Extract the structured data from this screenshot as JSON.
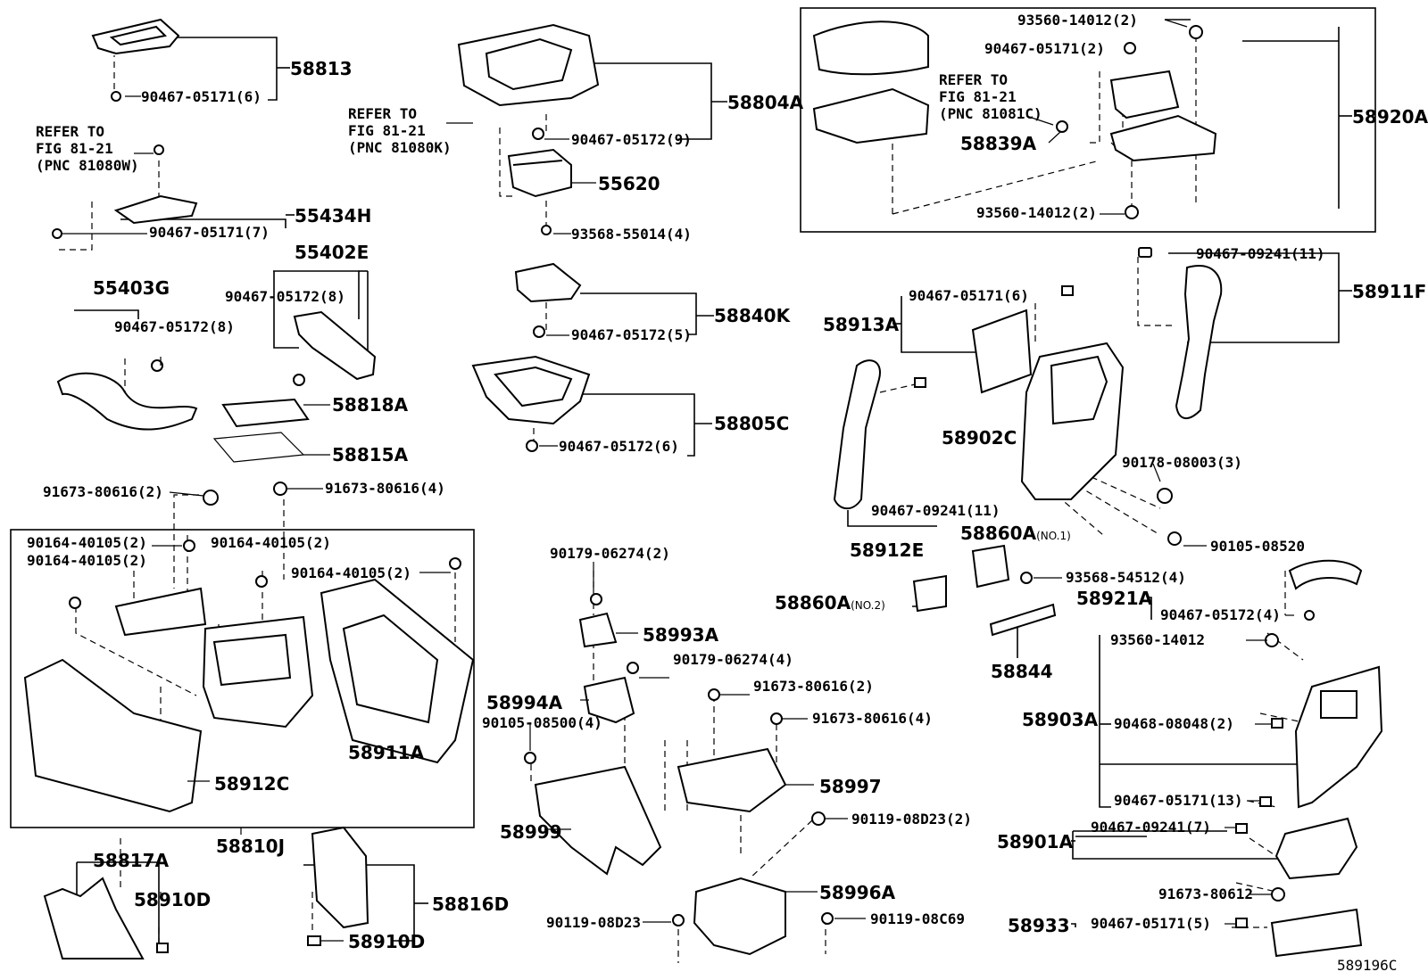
{
  "diagram_id": "589196C",
  "part_labels": {
    "p58813": "58813",
    "p58804A": "58804A",
    "p55620": "55620",
    "p55434H": "55434H",
    "p55402E": "55402E",
    "p55403G": "55403G",
    "p58818A": "58818A",
    "p58815A": "58815A",
    "p58840K": "58840K",
    "p58805C": "58805C",
    "p58920A": "58920A",
    "p58839A": "58839A",
    "p58911F": "58911F",
    "p58913A": "58913A",
    "p58902C": "58902C",
    "p58912E": "58912E",
    "p58860A_no1": "58860A",
    "p58860A_no1_sfx": "(NO.1)",
    "p58860A_no2": "58860A",
    "p58860A_no2_sfx": "(NO.2)",
    "p58844": "58844",
    "p58921A": "58921A",
    "p58903A": "58903A",
    "p58901A": "58901A",
    "p58933": "58933",
    "p58911A": "58911A",
    "p58912C": "58912C",
    "p58810J": "58810J",
    "p58817A": "58817A",
    "p58910D_a": "58910D",
    "p58910D_b": "58910D",
    "p58816D": "58816D",
    "p58993A": "58993A",
    "p58994A": "58994A",
    "p58997": "58997",
    "p58999": "58999",
    "p58996A": "58996A"
  },
  "fastener_labels": {
    "f1": "90467-05171(6)",
    "f2": "90467-05172(9)",
    "f3": "90467-05171(7)",
    "f4": "93568-55014(4)",
    "f5": "90467-05172(8)",
    "f6": "90467-05172(8)",
    "f7": "90467-05172(5)",
    "f8": "90467-05172(6)",
    "f9": "93560-14012(2)",
    "f10": "90467-05171(2)",
    "f11": "93560-14012(2)",
    "f12": "90467-09241(11)",
    "f13": "90467-05171(6)",
    "f14": "90178-08003(3)",
    "f15": "90467-09241(11)",
    "f16": "93568-54512(4)",
    "f17": "90105-08520",
    "f18": "90467-05172(4)",
    "f19": "93560-14012",
    "f20": "90468-08048(2)",
    "f21": "90467-05171(13)",
    "f22": "90467-09241(7)",
    "f23": "91673-80612",
    "f24": "90467-05171(5)",
    "f25": "91673-80616(2)",
    "f26": "91673-80616(4)",
    "f27": "90164-40105(2)",
    "f28": "90164-40105(2)",
    "f29": "90164-40105(2)",
    "f30": "90164-40105(2)",
    "f31": "90179-06274(2)",
    "f32": "90179-06274(4)",
    "f33": "91673-80616(2)",
    "f34": "91673-80616(4)",
    "f35": "90105-08500(4)",
    "f36": "90119-08D23(2)",
    "f37": "90119-08D23",
    "f38": "90119-08C69"
  },
  "refer_notes": {
    "r1": [
      "REFER TO",
      "FIG 81-21",
      "(PNC 81080W)"
    ],
    "r2": [
      "REFER TO",
      "FIG 81-21",
      "(PNC 81080K)"
    ],
    "r3": [
      "REFER TO",
      "FIG 81-21",
      "(PNC 81081C)"
    ]
  },
  "colors": {
    "ink": "#000000",
    "background": "#ffffff"
  }
}
